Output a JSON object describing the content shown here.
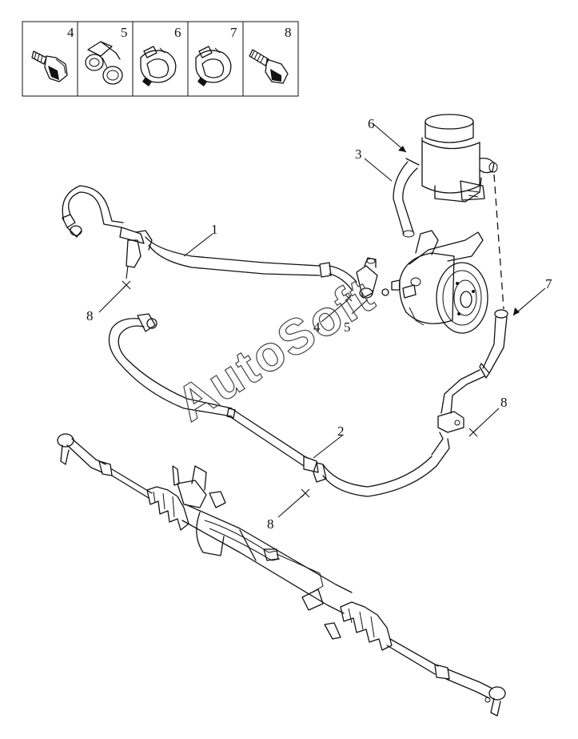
{
  "watermark": "AutoSoft",
  "parts_legend": [
    {
      "number": "4",
      "icon": "banjo-bolt-icon"
    },
    {
      "number": "5",
      "icon": "sealing-washers-icon"
    },
    {
      "number": "6",
      "icon": "hose-clamp-icon"
    },
    {
      "number": "7",
      "icon": "hose-clamp-icon"
    },
    {
      "number": "8",
      "icon": "flange-bolt-icon"
    }
  ],
  "callouts": {
    "c1": "1",
    "c2": "2",
    "c3": "3",
    "c4": "4",
    "c5": "5",
    "c6": "6",
    "c7": "7",
    "c8a": "8",
    "c8b": "8",
    "c8c": "8"
  },
  "components": {
    "reservoir": "power-steering-reservoir",
    "pump": "power-steering-pump",
    "rack": "steering-rack"
  }
}
